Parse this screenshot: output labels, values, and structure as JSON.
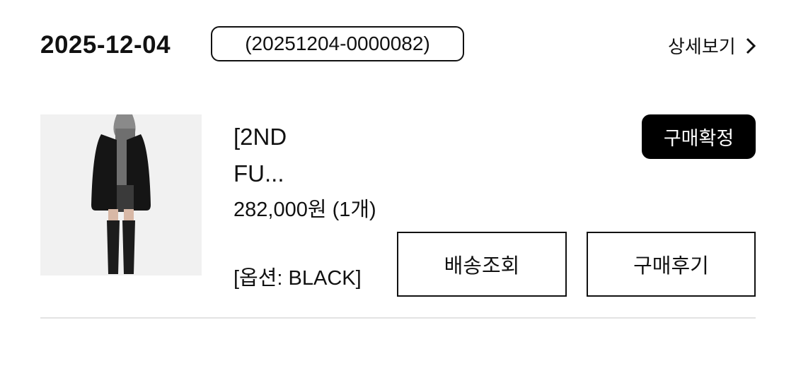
{
  "order": {
    "date": "2025-12-04",
    "number": "(20251204-0000082)",
    "detail_link": "상세보기",
    "detail_icon": "chevron-right-icon"
  },
  "item": {
    "image_alt": "product-photo-black-fur-jacket",
    "name": "[2ND FU...",
    "price": "282,000원 (1개)",
    "option": "[옵션: BLACK]"
  },
  "actions": {
    "confirm_purchase": "구매확정",
    "track_delivery": "배송조회",
    "write_review": "구매후기"
  },
  "colors": {
    "primary": "#000000",
    "divider": "#e3e3e3"
  }
}
